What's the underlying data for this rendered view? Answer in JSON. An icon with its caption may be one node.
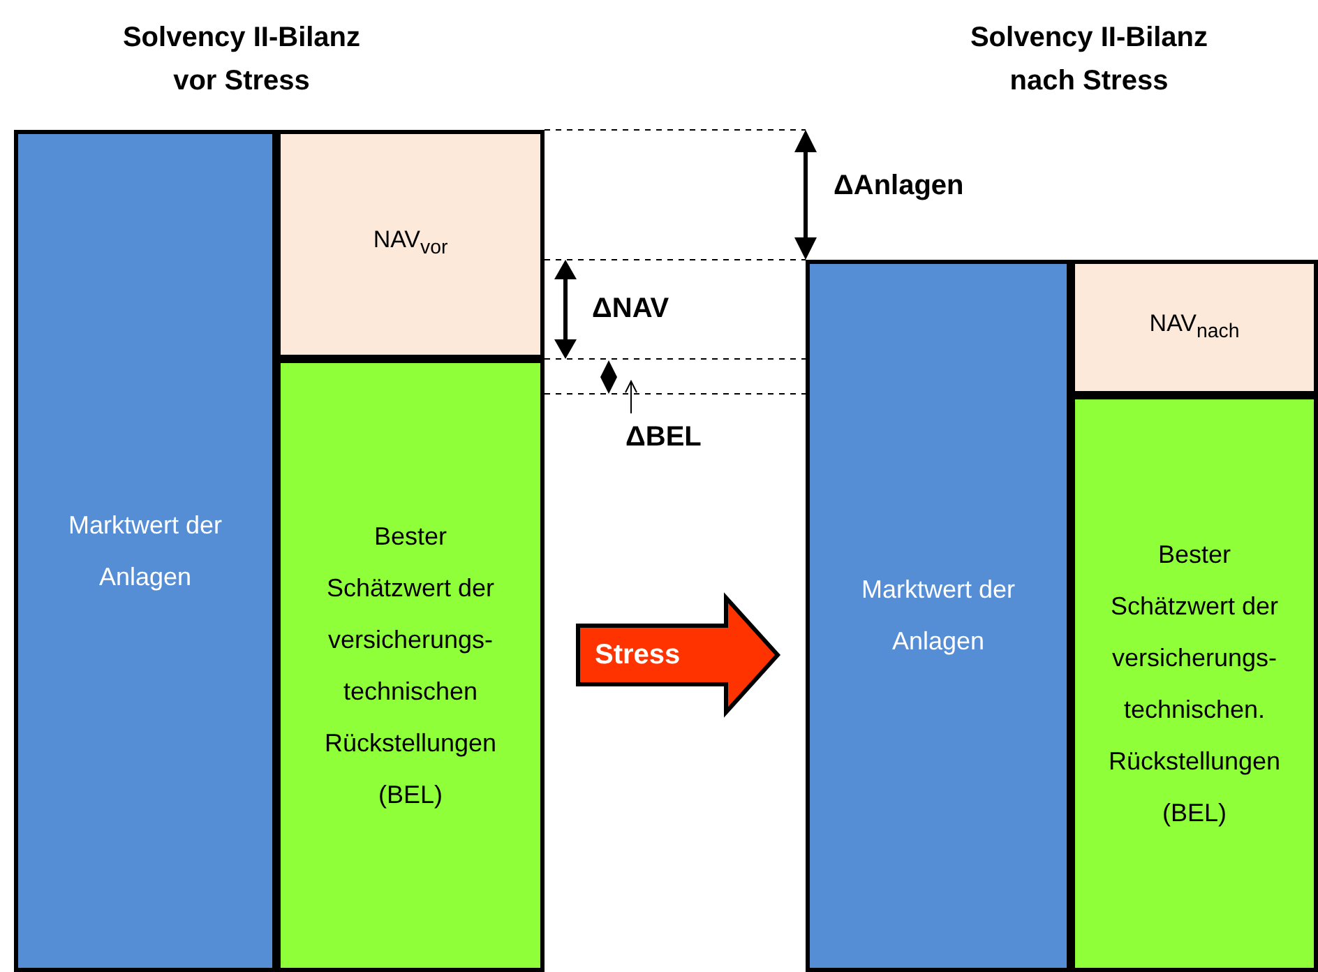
{
  "diagram": {
    "nodes": [
      {
        "text": [
          "Marktwert der Anlagen"
        ]
      },
      {
        "text": [
          "NAV$_{vor}$"
        ]
      },
      {
        "text": [
          "Bester Schätzwert der versicherungs- technischen Rückstellungen (BEL)"
        ]
      },
      {
        "text": [
          "Marktwert der Anlagen"
        ]
      },
      {
        "text": [
          "NAV$_{nach}$"
        ]
      },
      {
        "text": [
          "Bester Schätzwert der versicherungs- technischen. Rückstellungen (BEL)"
        ]
      },
      {
        "text": [
          "ΔBEL"
        ]
      }
    ],
    "edges": [
      {
        "from": 6,
        "to": null,
        "arrow": "to"
      },
      {
        "from": 2,
        "to": 3,
        "arrow": "to",
        "label": "Stress",
        "style": "thick",
        "color": "#ff3300"
      }
    ],
    "labels": [
      "Solvency II-Bilanz vor Stress",
      "Solvency II-Bilanz nach Stress",
      "ΔAnlagen",
      "ΔNAV"
    ]
  }
}
